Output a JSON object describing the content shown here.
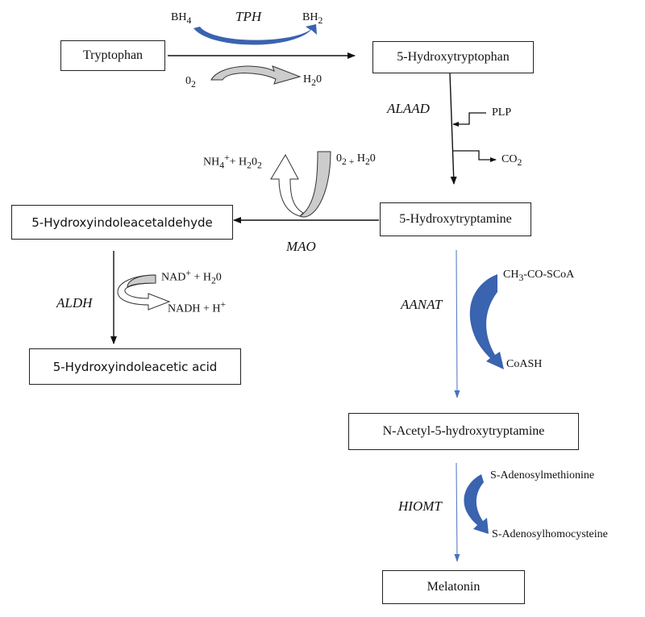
{
  "nodes": {
    "tryptophan": "Tryptophan",
    "hydroxytryptophan": "5-Hydroxytryptophan",
    "hydroxytryptamine": "5-Hydroxytryptamine",
    "hydroxyindoleacetaldehyde": "5-Hydroxyindoleacetaldehyde",
    "hydroxyindoleacetic_acid": "5-Hydroxyindoleacetic acid",
    "n_acetyl": "N-Acetyl-5-hydroxytryptamine",
    "melatonin": "Melatonin"
  },
  "enzymes": {
    "tph": "TPH",
    "alaad": "ALAAD",
    "mao": "MAO",
    "aldh": "ALDH",
    "aanat": "AANAT",
    "hiomt": "HIOMT"
  },
  "cofactors": {
    "bh4": {
      "base": "BH",
      "sub": "4"
    },
    "bh2": {
      "base": "BH",
      "sub": "2"
    },
    "o2_tph": {
      "base": "0",
      "sub": "2"
    },
    "h2o_tph": {
      "a": "H",
      "sub": "2",
      "b": "0"
    },
    "plp": "PLP",
    "co2": {
      "base": "CO",
      "sub": "2"
    },
    "mao_in": {
      "a": "0",
      "sub1": "2 +",
      "b": " H",
      "sub2": "2",
      "c": "0"
    },
    "mao_out": {
      "a": "NH",
      "sub1": "4",
      "sup1": "+",
      "b": "+ H",
      "sub2": "2",
      "c": "0",
      "sub3": "2"
    },
    "aldh_in": {
      "a": "NAD",
      "sup": "+",
      "b": " + H",
      "sub": "2",
      "c": "0"
    },
    "aldh_out": {
      "a": "NADH + H",
      "sup": "+"
    },
    "acetyl_coa": {
      "a": "CH",
      "sub": "3",
      "b": "-CO-SCoA"
    },
    "coash": "CoASH",
    "sam": "S-Adenosylmethionine",
    "sah": "S-Adenosylhomocysteine"
  },
  "colors": {
    "blue_arrow": "#3a63b0",
    "blue_line": "#5b7ec0",
    "gray_arrow": "#cccccc",
    "black": "#111111"
  }
}
